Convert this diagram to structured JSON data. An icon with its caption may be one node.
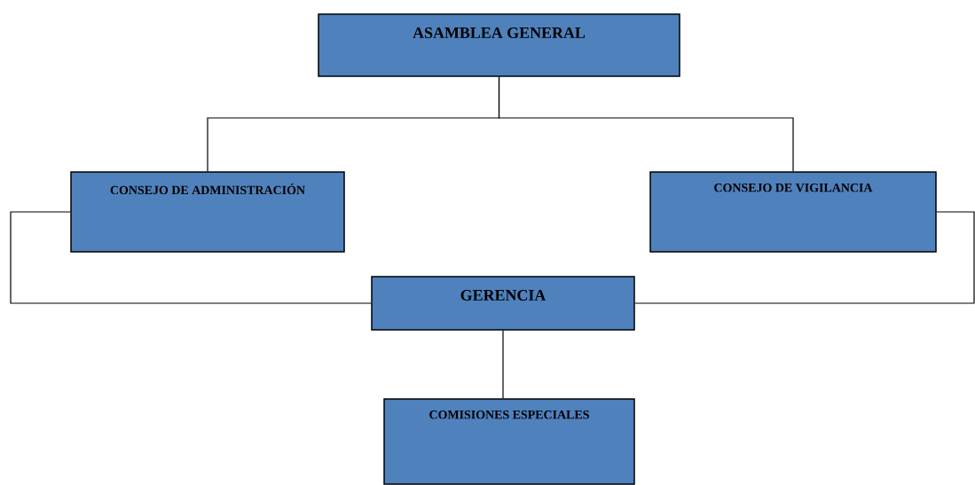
{
  "diagram": {
    "nodes": [
      {
        "text": [
          "ASAMBLEA GENERAL"
        ]
      },
      {
        "text": [
          "CONSEJO DE ADMINISTRACIÓN"
        ]
      },
      {
        "text": [
          "CONSEJO DE VIGILANCIA"
        ]
      },
      {
        "text": [
          "GERENCIA"
        ]
      },
      {
        "text": [
          "COMISIONES ESPECIALES"
        ]
      }
    ],
    "edges": [
      {
        "from": 0,
        "to": 1,
        "arrow": "none"
      },
      {
        "from": 0,
        "to": 2,
        "arrow": "none"
      },
      {
        "from": 1,
        "to": 3,
        "arrow": "none"
      },
      {
        "from": 2,
        "to": 3,
        "arrow": "none"
      },
      {
        "from": 3,
        "to": 4,
        "arrow": "none"
      }
    ]
  }
}
